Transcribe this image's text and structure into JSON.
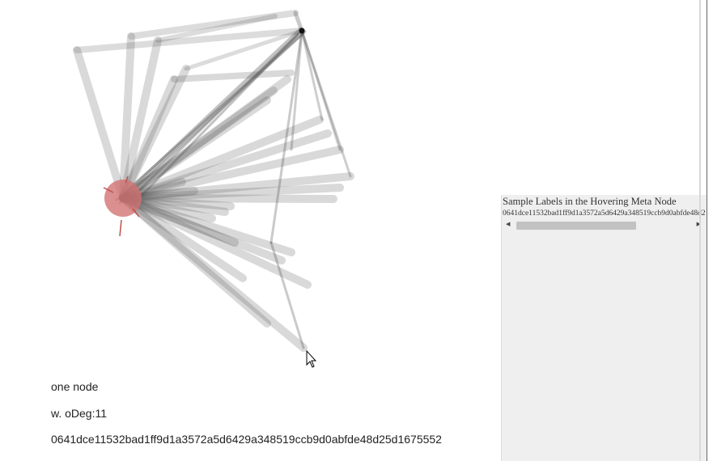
{
  "info": {
    "node_label": "one node",
    "out_degree": "w. oDeg:11",
    "node_hash": "0641dce11532bad1ff9d1a3572a5d6429a348519ccb9d0abfde48d25d1675552"
  },
  "panel": {
    "title": "Sample Labels in the Hovering Meta Node",
    "label_value": "0641dce11532bad1ff9d1a3572a5d6429a348519ccb9d0abfde48d25d1675552",
    "scroll_fraction": 0.68
  },
  "icons": {
    "scroll_left": "scroll-left-arrow-icon",
    "scroll_right": "scroll-right-arrow-icon",
    "cursor": "mouse-pointer-icon"
  },
  "colors": {
    "edge": "#505050",
    "hovered_node": "#d27373",
    "panel_bg": "#efefef"
  }
}
